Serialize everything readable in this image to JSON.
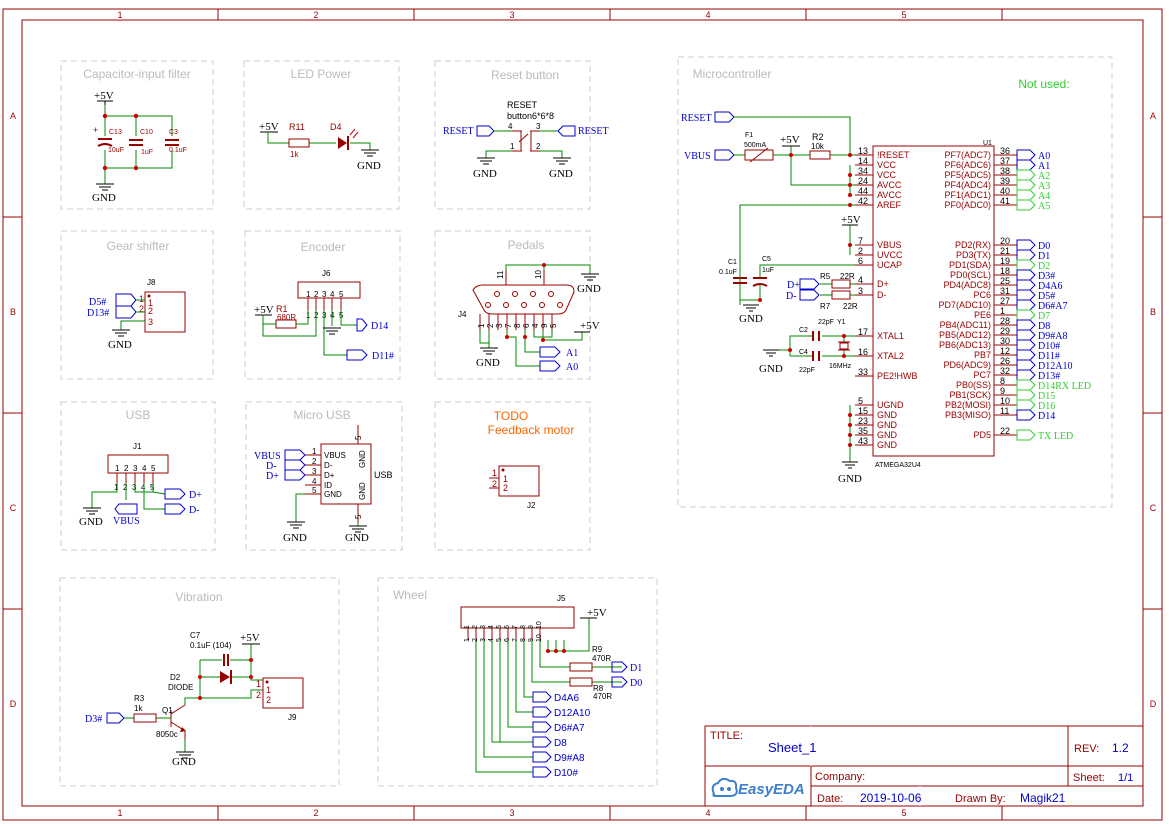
{
  "frame": {
    "col_labels": [
      "1",
      "2",
      "3",
      "4",
      "5"
    ],
    "row_labels": [
      "A",
      "B",
      "C",
      "D"
    ]
  },
  "sections": {
    "cap_filter": "Capacitor-input filter",
    "led_power": "LED Power",
    "reset_button": "Reset button",
    "microcontroller": "Microcontroller",
    "gear_shifter": "Gear shifter",
    "encoder": "Encoder",
    "pedals": "Pedals",
    "usb": "USB",
    "micro_usb": "Micro USB",
    "todo": "TODO",
    "feedback": "Feedback motor",
    "vibration": "Vibration",
    "wheel": "Wheel",
    "not_used": "Not used:"
  },
  "power": {
    "p5v": "+5V",
    "gnd": "GND"
  },
  "nets": {
    "reset": "RESET",
    "vbus": "VBUS",
    "dplus": "D+",
    "dminus": "D-",
    "a0": "A0",
    "a1": "A1",
    "d0": "D0",
    "d1": "D1",
    "d14": "D14",
    "d11h": "D11#",
    "d5h": "D5#",
    "d13h": "D13#",
    "d3h": "D3#",
    "d4a6": "D4A6",
    "d12a10": "D12A10",
    "d6a7": "D6#A7",
    "d8": "D8",
    "d9a8": "D9#A8",
    "d10h": "D10#"
  },
  "parts": {
    "c13": "C13",
    "c13v": "10uF",
    "c10": "C10",
    "c10v": "1uF",
    "c3": "C3",
    "c3v": "0.1uF",
    "r11": "R11",
    "r11v": "1k",
    "d4": "D4",
    "sw_ref": "RESET",
    "sw_val": "button6*6*8",
    "f1": "F1",
    "f1v": "500mA",
    "r2": "R2",
    "r2v": "10k",
    "c1": "C1",
    "c1v": "0.1uF",
    "c5": "C5",
    "c5v": "1uF",
    "r5": "R5",
    "r5v": "22R",
    "r7": "R7",
    "r7v": "22R",
    "c2": "C2",
    "c2v": "22pF",
    "y1": "Y1",
    "c4": "C4",
    "c4v": "22pF",
    "y1v": "16MHz",
    "u1": "U1",
    "u1v": "ATMEGA32U4",
    "j8": "J8",
    "j6": "J6",
    "r1": "R1",
    "r1v": "680R",
    "j4": "J4",
    "j1": "J1",
    "usb": "USB",
    "j2": "J2",
    "c7": "C7",
    "c7v": "0.1uF (104)",
    "d2": "D2",
    "d2v": "DIODE",
    "r3": "R3",
    "r3v": "1k",
    "q1": "Q1",
    "q1v": "8050c",
    "j9": "J9",
    "j5": "J5",
    "r9": "R9",
    "r9v": "470R",
    "r8": "R8",
    "r8v": "470R"
  },
  "mcu": {
    "left_pins": [
      {
        "num": "13",
        "name": "!RESET"
      },
      {
        "num": "14",
        "name": "VCC"
      },
      {
        "num": "34",
        "name": "VCC"
      },
      {
        "num": "24",
        "name": "AVCC"
      },
      {
        "num": "44",
        "name": "AVCC"
      },
      {
        "num": "42",
        "name": "AREF"
      },
      {
        "num": "7",
        "name": "VBUS"
      },
      {
        "num": "2",
        "name": "UVCC"
      },
      {
        "num": "6",
        "name": "UCAP"
      },
      {
        "num": "4",
        "name": "D+"
      },
      {
        "num": "3",
        "name": "D-"
      },
      {
        "num": "17",
        "name": "XTAL1"
      },
      {
        "num": "16",
        "name": "XTAL2"
      },
      {
        "num": "33",
        "name": "PE2!HWB"
      },
      {
        "num": "5",
        "name": "UGND"
      },
      {
        "num": "15",
        "name": "GND"
      },
      {
        "num": "23",
        "name": "GND"
      },
      {
        "num": "35",
        "name": "GND"
      },
      {
        "num": "43",
        "name": "GND"
      }
    ],
    "right_pins": [
      {
        "num": "36",
        "name": "PF7(ADC7)",
        "net": "A0",
        "c": "#0000cc"
      },
      {
        "num": "37",
        "name": "PF6(ADC6)",
        "net": "A1",
        "c": "#0000cc"
      },
      {
        "num": "38",
        "name": "PF5(ADC5)",
        "net": "A2",
        "c": "#33cc33"
      },
      {
        "num": "39",
        "name": "PF4(ADC4)",
        "net": "A3",
        "c": "#33cc33"
      },
      {
        "num": "40",
        "name": "PF1(ADC1)",
        "net": "A4",
        "c": "#33cc33"
      },
      {
        "num": "41",
        "name": "PF0(ADC0)",
        "net": "A5",
        "c": "#33cc33"
      },
      {
        "num": "20",
        "name": "PD2(RX)",
        "net": "D0",
        "c": "#0000cc"
      },
      {
        "num": "21",
        "name": "PD3(TX)",
        "net": "D1",
        "c": "#0000cc"
      },
      {
        "num": "19",
        "name": "PD1(SDA)",
        "net": "D2",
        "c": "#33cc33"
      },
      {
        "num": "18",
        "name": "PD0(SCL)",
        "net": "D3#",
        "c": "#0000cc"
      },
      {
        "num": "25",
        "name": "PD4(ADC8)",
        "net": "D4A6",
        "c": "#0000cc"
      },
      {
        "num": "31",
        "name": "PC6",
        "net": "D5#",
        "c": "#0000cc"
      },
      {
        "num": "27",
        "name": "PD7(ADC10)",
        "net": "D6#A7",
        "c": "#0000cc"
      },
      {
        "num": "1",
        "name": "PE6",
        "net": "D7",
        "c": "#33cc33"
      },
      {
        "num": "28",
        "name": "PB4(ADC11)",
        "net": "D8",
        "c": "#0000cc"
      },
      {
        "num": "29",
        "name": "PB5(ADC12)",
        "net": "D9#A8",
        "c": "#0000cc"
      },
      {
        "num": "30",
        "name": "PB6(ADC13)",
        "net": "D10#",
        "c": "#0000cc"
      },
      {
        "num": "12",
        "name": "PB7",
        "net": "D11#",
        "c": "#0000cc"
      },
      {
        "num": "26",
        "name": "PD6(ADC9)",
        "net": "D12A10",
        "c": "#0000cc"
      },
      {
        "num": "32",
        "name": "PC7",
        "net": "D13#",
        "c": "#0000cc"
      },
      {
        "num": "8",
        "name": "PB0(SS)",
        "net": "D14RX LED",
        "c": "#33cc33"
      },
      {
        "num": "9",
        "name": "PB1(SCK)",
        "net": "D15",
        "c": "#33cc33"
      },
      {
        "num": "10",
        "name": "PB2(MOSI)",
        "net": "D16",
        "c": "#33cc33"
      },
      {
        "num": "11",
        "name": "PB3(MISO)",
        "net": "D14",
        "c": "#0000cc"
      },
      {
        "num": "22",
        "name": "PD5",
        "net": "TX LED",
        "c": "#33cc33"
      }
    ]
  },
  "microusb_pins": [
    {
      "num": "1",
      "name": "VBUS"
    },
    {
      "num": "2",
      "name": "D-"
    },
    {
      "num": "3",
      "name": "D+"
    },
    {
      "num": "4",
      "name": "ID"
    },
    {
      "num": "5",
      "name": "GND"
    }
  ],
  "title_block": {
    "title_label": "TITLE:",
    "title": "Sheet_1",
    "rev_label": "REV:",
    "rev": "1.2",
    "company_label": "Company:",
    "company": "",
    "sheet_label": "Sheet:",
    "sheet": "1/1",
    "date_label": "Date:",
    "date": "2019-10-06",
    "drawn_label": "Drawn By:",
    "drawn": "Magik21",
    "logo": "EasyEDA"
  }
}
